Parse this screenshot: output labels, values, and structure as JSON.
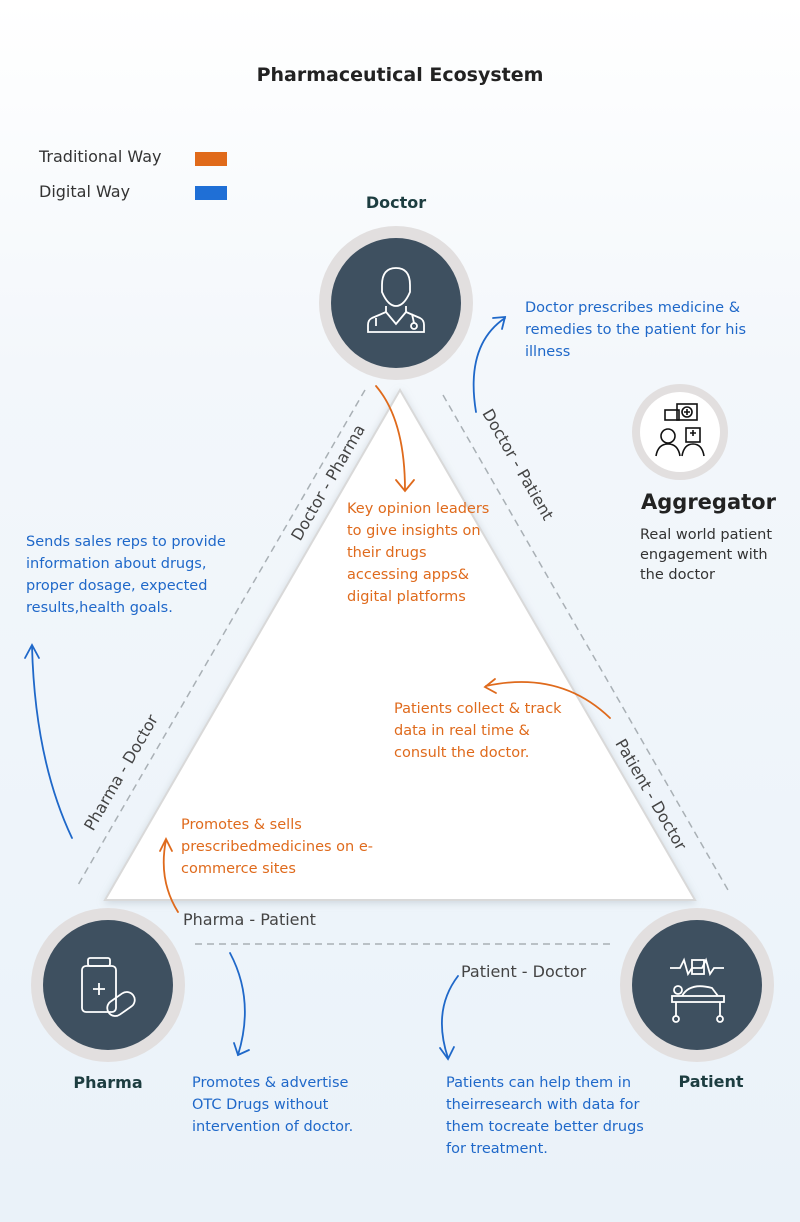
{
  "title": "Pharmaceutical Ecosystem",
  "legend": [
    {
      "label": "Traditional Way",
      "color": "#e06a1a"
    },
    {
      "label": "Digital Way",
      "color": "#1f6fd6"
    }
  ],
  "nodes": {
    "doctor": "Doctor",
    "pharma": "Pharma",
    "patient": "Patient"
  },
  "aggregator": {
    "title": "Aggregator",
    "description": "Real world patient engagement with the doctor"
  },
  "edges": {
    "doctor_pharma": "Doctor - Pharma",
    "pharma_doctor": "Pharma - Doctor",
    "doctor_patient": "Doctor - Patient",
    "patient_doctor_side": "Patient - Doctor",
    "pharma_patient": "Pharma - Patient",
    "patient_doctor_bottom": "Patient - Doctor"
  },
  "notes": {
    "doctor_prescribes": "Doctor prescribes medicine & remedies to the patient for his illness",
    "sales_reps": "Sends sales reps to provide information about drugs, proper dosage, expected results,health goals.",
    "kol": "Key opinion leaders to give insights on their drugs accessing apps& digital platforms",
    "patients_collect": "Patients collect & track data in real time & consult the doctor.",
    "promotes_sells": "Promotes & sells prescribedmedicines on e-commerce sites",
    "promotes_otc": "Promotes & advertise OTC Drugs without intervention of doctor.",
    "patients_research": "Patients can help them in theirresearch with data for them tocreate better drugs for treatment."
  }
}
